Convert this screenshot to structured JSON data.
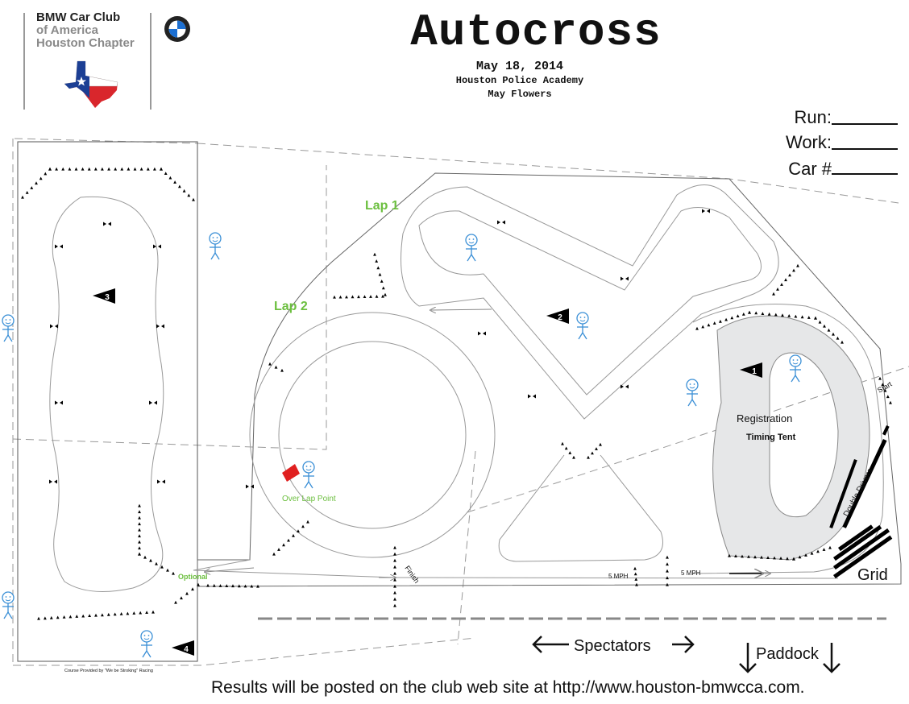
{
  "header": {
    "club_line1": "BMW Car Club",
    "club_line2": "of America",
    "club_line3": "Houston Chapter",
    "title": "Autocross",
    "date": "May 18, 2014",
    "venue": "Houston Police Academy",
    "course_name": "May Flowers"
  },
  "form": {
    "run_label": "Run:",
    "work_label": "Work:",
    "car_label": "Car #"
  },
  "course": {
    "lap1_label": "Lap 1",
    "lap2_label": "Lap 2",
    "optional_label": "Optional",
    "over_lap_point_label": "Over Lap Point",
    "finish_label": "Finish",
    "start_label": "Start",
    "registration_label": "Registration",
    "timing_tent_label": "Timing Tent",
    "double_drivers_label": "Double Drivers",
    "grid_label": "Grid",
    "speed_limit_1": "5 MPH",
    "speed_limit_2": "5 MPH",
    "spectators_label": "Spectators",
    "paddock_label": "Paddock",
    "credit": "Course Provided by \"We be Stroking\" Racing",
    "station_numbers": [
      "1",
      "2",
      "3",
      "4"
    ]
  },
  "footer": {
    "results_note": "Results will be posted on the club web site at http://www.houston-bmwcca.com."
  },
  "colors": {
    "lap_label_green": "#6cbf3f",
    "worker_blue": "#3a8fd6",
    "flag_red": "#e02020",
    "timing_area_gray": "#e6e7e8",
    "texas_blue": "#1c3f94",
    "texas_red": "#d9262c"
  },
  "icons": [
    "bmw-roundel-icon",
    "texas-flag-map-icon",
    "corner-worker-icon",
    "station-flag-icon",
    "red-flag-icon",
    "arrow-icon"
  ]
}
